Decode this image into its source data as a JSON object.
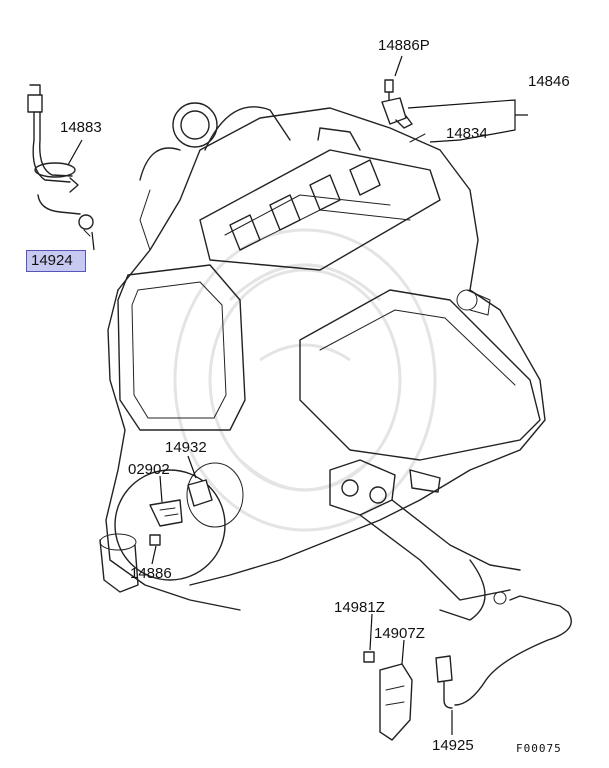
{
  "diagram": {
    "callouts": [
      {
        "id": "14886P",
        "text": "14886P"
      },
      {
        "id": "14846",
        "text": "14846"
      },
      {
        "id": "14834",
        "text": "14834"
      },
      {
        "id": "14883",
        "text": "14883"
      },
      {
        "id": "14924",
        "text": "14924",
        "highlighted": true
      },
      {
        "id": "14932",
        "text": "14932"
      },
      {
        "id": "02902",
        "text": "02902"
      },
      {
        "id": "14886",
        "text": "14886"
      },
      {
        "id": "14981Z",
        "text": "14981Z"
      },
      {
        "id": "14907Z",
        "text": "14907Z"
      },
      {
        "id": "14925",
        "text": "14925"
      }
    ],
    "figure_code": "F00075",
    "highlight_color": "#c8c9f0"
  }
}
